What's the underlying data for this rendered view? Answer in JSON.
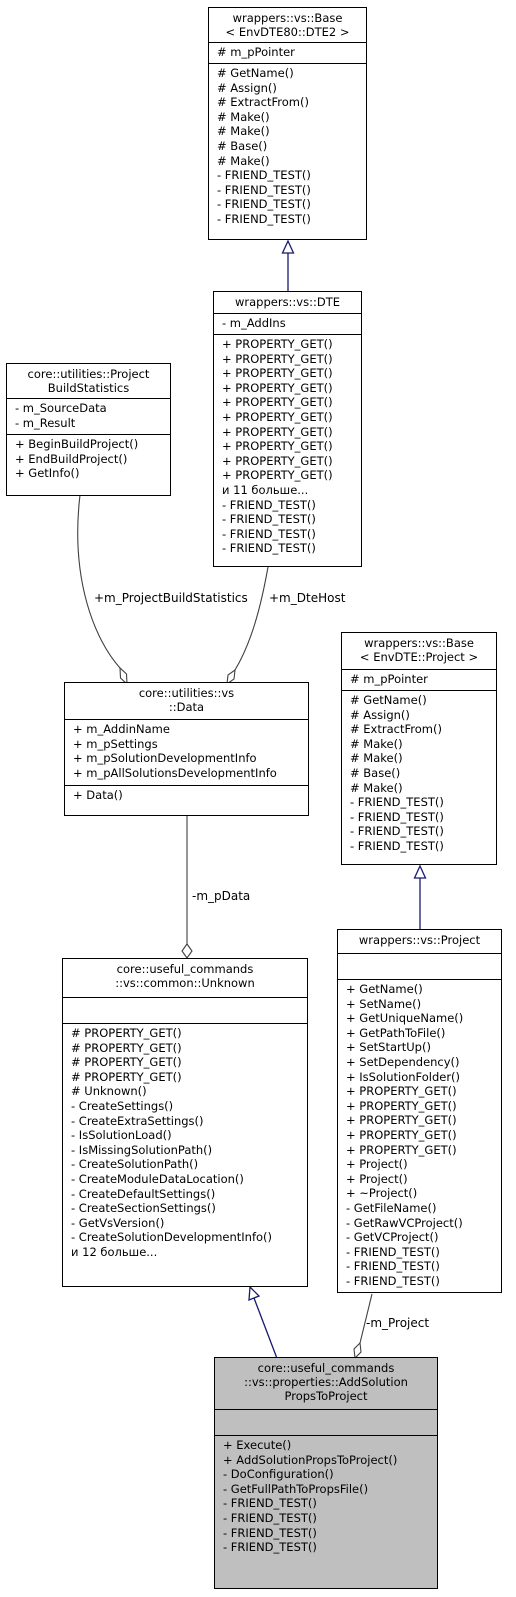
{
  "classes": {
    "base_dte2": {
      "title": [
        "wrappers::vs::Base",
        "< EnvDTE80::DTE2 >"
      ],
      "attributes": [
        "# m_pPointer"
      ],
      "methods": [
        "# GetName()",
        "# Assign()",
        "# ExtractFrom()",
        "# Make()",
        "# Make()",
        "# Base()",
        "# Make()",
        "- FRIEND_TEST()",
        "- FRIEND_TEST()",
        "- FRIEND_TEST()",
        "- FRIEND_TEST()"
      ]
    },
    "dte": {
      "title": [
        "wrappers::vs::DTE"
      ],
      "attributes": [
        "- m_AddIns"
      ],
      "methods": [
        "+ PROPERTY_GET()",
        "+ PROPERTY_GET()",
        "+ PROPERTY_GET()",
        "+ PROPERTY_GET()",
        "+ PROPERTY_GET()",
        "+ PROPERTY_GET()",
        "+ PROPERTY_GET()",
        "+ PROPERTY_GET()",
        "+ PROPERTY_GET()",
        "+ PROPERTY_GET()",
        "и 11 больше...",
        "- FRIEND_TEST()",
        "- FRIEND_TEST()",
        "- FRIEND_TEST()",
        "- FRIEND_TEST()"
      ]
    },
    "build_stats": {
      "title": [
        "core::utilities::Project",
        "BuildStatistics"
      ],
      "attributes": [
        "- m_SourceData",
        "- m_Result"
      ],
      "methods": [
        "+ BeginBuildProject()",
        "+ EndBuildProject()",
        "+ GetInfo()"
      ]
    },
    "data": {
      "title": [
        "core::utilities::vs",
        "::Data"
      ],
      "attributes": [
        "+ m_AddinName",
        "+ m_pSettings",
        "+ m_pSolutionDevelopmentInfo",
        "+ m_pAllSolutionsDevelopmentInfo"
      ],
      "methods": [
        "+ Data()"
      ]
    },
    "base_project": {
      "title": [
        "wrappers::vs::Base",
        "< EnvDTE::Project >"
      ],
      "attributes": [
        "# m_pPointer"
      ],
      "methods": [
        "# GetName()",
        "# Assign()",
        "# ExtractFrom()",
        "# Make()",
        "# Make()",
        "# Base()",
        "# Make()",
        "- FRIEND_TEST()",
        "- FRIEND_TEST()",
        "- FRIEND_TEST()",
        "- FRIEND_TEST()"
      ]
    },
    "project": {
      "title": [
        "wrappers::vs::Project"
      ],
      "attributes": [],
      "methods": [
        "+ GetName()",
        "+ SetName()",
        "+ GetUniqueName()",
        "+ GetPathToFile()",
        "+ SetStartUp()",
        "+ SetDependency()",
        "+ IsSolutionFolder()",
        "+ PROPERTY_GET()",
        "+ PROPERTY_GET()",
        "+ PROPERTY_GET()",
        "+ PROPERTY_GET()",
        "+ PROPERTY_GET()",
        "+ Project()",
        "+ Project()",
        "+ ~Project()",
        "- GetFileName()",
        "- GetRawVCProject()",
        "- GetVCProject()",
        "- FRIEND_TEST()",
        "- FRIEND_TEST()",
        "- FRIEND_TEST()"
      ]
    },
    "unknown": {
      "title": [
        "core::useful_commands",
        "::vs::common::Unknown"
      ],
      "attributes": [],
      "methods": [
        "# PROPERTY_GET()",
        "# PROPERTY_GET()",
        "# PROPERTY_GET()",
        "# PROPERTY_GET()",
        "# Unknown()",
        "- CreateSettings()",
        "- CreateExtraSettings()",
        "- IsSolutionLoad()",
        "- IsMissingSolutionPath()",
        "- CreateSolutionPath()",
        "- CreateModuleDataLocation()",
        "- CreateDefaultSettings()",
        "- CreateSectionSettings()",
        "- GetVsVersion()",
        "- CreateSolutionDevelopmentInfo()",
        "и 12 больше..."
      ]
    },
    "add_solution": {
      "title": [
        "core::useful_commands",
        "::vs::properties::AddSolution",
        "PropsToProject"
      ],
      "attributes": [],
      "methods": [
        "+ Execute()",
        "+ AddSolutionPropsToProject()",
        "- DoConfiguration()",
        "- GetFullPathToPropsFile()",
        "- FRIEND_TEST()",
        "- FRIEND_TEST()",
        "- FRIEND_TEST()",
        "- FRIEND_TEST()"
      ]
    }
  },
  "edge_labels": {
    "project_build_statistics": "+m_ProjectBuildStatistics",
    "dte_host": "+m_DteHost",
    "p_data": "-m_pData",
    "project": "-m_Project"
  },
  "colors": {
    "inheritance_edge": "#191970",
    "association_edge": "#404040",
    "highlight_fill": "#bfbfbf"
  }
}
